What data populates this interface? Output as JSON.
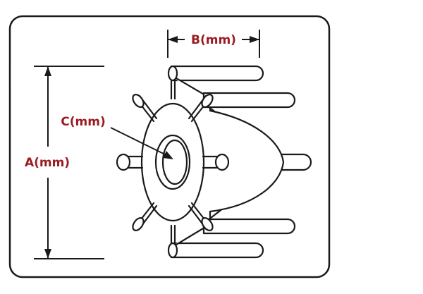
{
  "diagram": {
    "labels": {
      "a": "A(mm)",
      "b": "B(mm)",
      "c": "C(mm)"
    },
    "colors": {
      "label": "#9b1b22",
      "line": "#1a1a1a",
      "frame": "#1a1a1a",
      "background": "#ffffff"
    },
    "icon": "impeller-icon"
  }
}
